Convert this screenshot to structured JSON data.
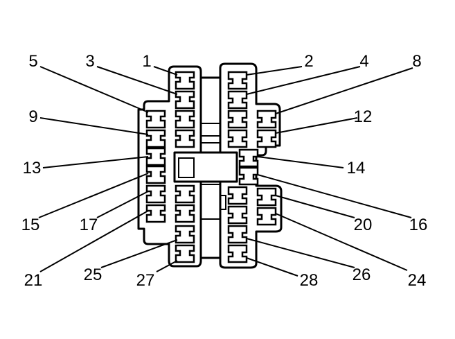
{
  "diagram": {
    "type": "connector-pinout",
    "pin_labels": [
      "1",
      "2",
      "3",
      "4",
      "5",
      "8",
      "9",
      "12",
      "13",
      "14",
      "15",
      "16",
      "17",
      "20",
      "21",
      "24",
      "25",
      "26",
      "27",
      "28"
    ]
  }
}
